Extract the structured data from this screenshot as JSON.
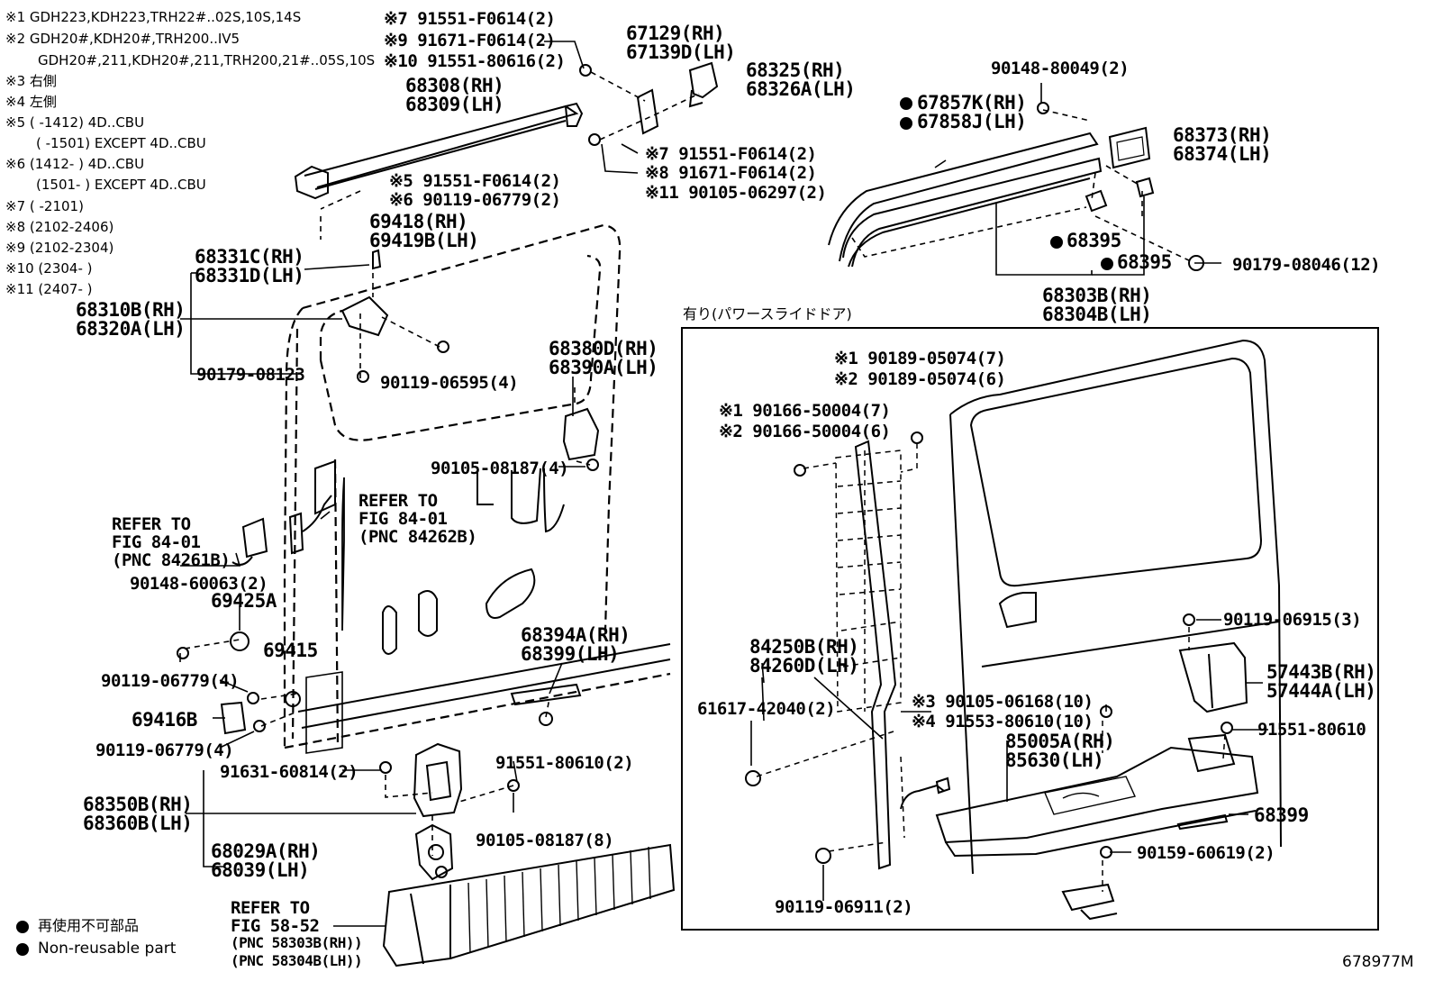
{
  "notes": [
    "※1 GDH223,KDH223,TRH22#..02S,10S,14S",
    "※2 GDH20#,KDH20#,TRH200..IV5",
    "GDH20#,211,KDH20#,211,TRH200,21#..05S,10S",
    "※3 右側",
    "※4 左側",
    "※5 (       -1412) 4D..CBU",
    "(       -1501) EXCEPT 4D..CBU",
    "※6 (1412-        ) 4D..CBU",
    "(1501-        ) EXCEPT 4D..CBU",
    "※7 (       -2101)",
    "※8 (2102-2406)",
    "※9 (2102-2304)",
    "※10 (2304-        )",
    "※11 (2407-        )"
  ],
  "labels": {
    "a1": "※7  91551-F0614(2)",
    "a2": "※9  91671-F0614(2)",
    "a3": "※10 91551-80616(2)",
    "b1": "67129(RH)",
    "b2": "67139D(LH)",
    "c1": "68325(RH)",
    "c2": "68326A(LH)",
    "d1": "68308(RH)",
    "d2": "68309(LH)",
    "e1": "※7  91551-F0614(2)",
    "e2": "※8  91671-F0614(2)",
    "e3": "※11 90105-06297(2)",
    "f1": "※5 91551-F0614(2)",
    "f2": "※6 90119-06779(2)",
    "g1": "69418(RH)",
    "g2": "69419B(LH)",
    "h1": "68331C(RH)",
    "h2": "68331D(LH)",
    "i1": "68310B(RH)",
    "i2": "68320A(LH)",
    "j1": "90179-08123",
    "j2": "90119-06595(4)",
    "k1": "68380D(RH)",
    "k2": "68390A(LH)",
    "l1": "90105-08187(4)",
    "m1": "REFER TO",
    "m2": "FIG 84-01",
    "m3": "(PNC 84262B)",
    "n1": "REFER TO",
    "n2": "FIG 84-01",
    "n3": "(PNC 84261B)",
    "o1": "90148-60063(2)",
    "o2": "69425A",
    "o3": "69415",
    "p1": "68394A(RH)",
    "p2": "68399(LH)",
    "q1": "90119-06779(4)",
    "q2": "69416B",
    "q3": "90119-06779(4)",
    "r1": "91551-80610(2)",
    "r2": "91631-60814(2)",
    "s1": "68350B(RH)",
    "s2": "68360B(LH)",
    "t1": "90105-08187(8)",
    "u1": "68029A(RH)",
    "u2": "68039(LH)",
    "v1": "REFER TO",
    "v2": "FIG 58-52",
    "v3": "(PNC 58303B(RH))",
    "v4": "(PNC 58304B(LH))",
    "w1": "90148-80049(2)",
    "x1": "67857K(RH)",
    "x2": "67858J(LH)",
    "y1": "68373(RH)",
    "y2": "68374(LH)",
    "z1": "68395",
    "z2": "68395",
    "z3": "90179-08046(12)",
    "aa1": "68303B(RH)",
    "aa2": "68304B(LH)",
    "box_title": "有り(パワースライドドア)",
    "bb1": "※1 90189-05074(7)",
    "bb2": "※2 90189-05074(6)",
    "cc1": "※1 90166-50004(7)",
    "cc2": "※2 90166-50004(6)",
    "dd1": "90119-06915(3)",
    "ee1": "57443B(RH)",
    "ee2": "57444A(LH)",
    "ff1": "84250B(RH)",
    "ff2": "84260D(LH)",
    "gg1": "61617-42040(2)",
    "hh1": "※3 90105-06168(10)",
    "hh2": "※4 91553-80610(10)",
    "ii1": "91551-80610",
    "jj1": "85005A(RH)",
    "jj2": "85630(LH)",
    "kk1": "68399",
    "kk2": "90159-60619(2)",
    "kk3": "90119-06911(2)"
  },
  "legend": {
    "jp": "再使用不可部品",
    "en": "Non-reusable part"
  },
  "figure_id": "678977M"
}
